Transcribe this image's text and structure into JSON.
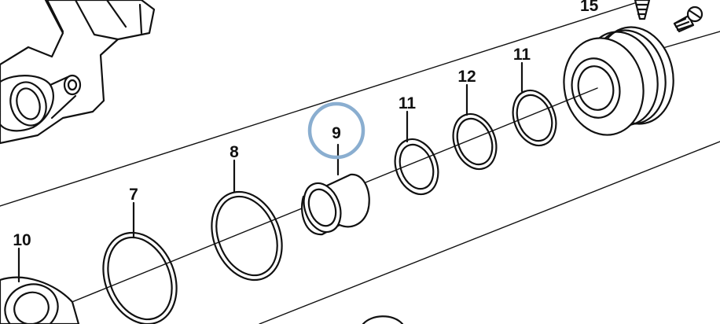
{
  "diagram": {
    "part_labels": {
      "p7": "7",
      "p8": "8",
      "p9": "9",
      "p10": "10",
      "p11a": "11",
      "p11b": "11",
      "p12": "12",
      "p15": "15"
    },
    "highlight_color": "#8aaed0",
    "highlighted_part": "9",
    "icons": [
      "cylinder-head-icon",
      "bolt-icon",
      "wrench-tip-icon",
      "piston-icon"
    ]
  }
}
